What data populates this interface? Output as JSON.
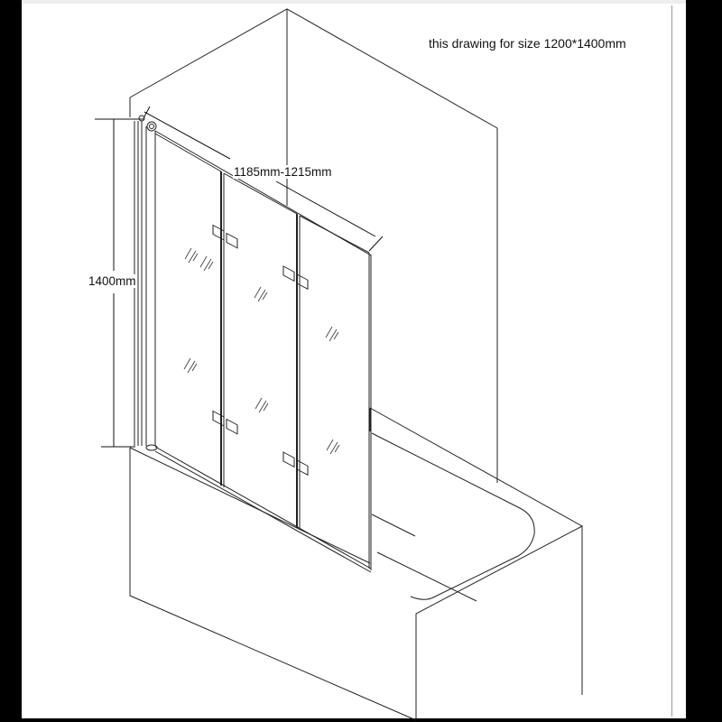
{
  "drawing": {
    "title_note": "this drawing for size 1200*1400mm",
    "dimensions": {
      "width_label": "1185mm-1215mm",
      "height_label": "1400mm"
    },
    "subject": "3-panel folding bath screen over bathtub",
    "panels": 3,
    "colors": {
      "frame": "#000000",
      "background": "#ffffff",
      "line": "#222222"
    }
  }
}
